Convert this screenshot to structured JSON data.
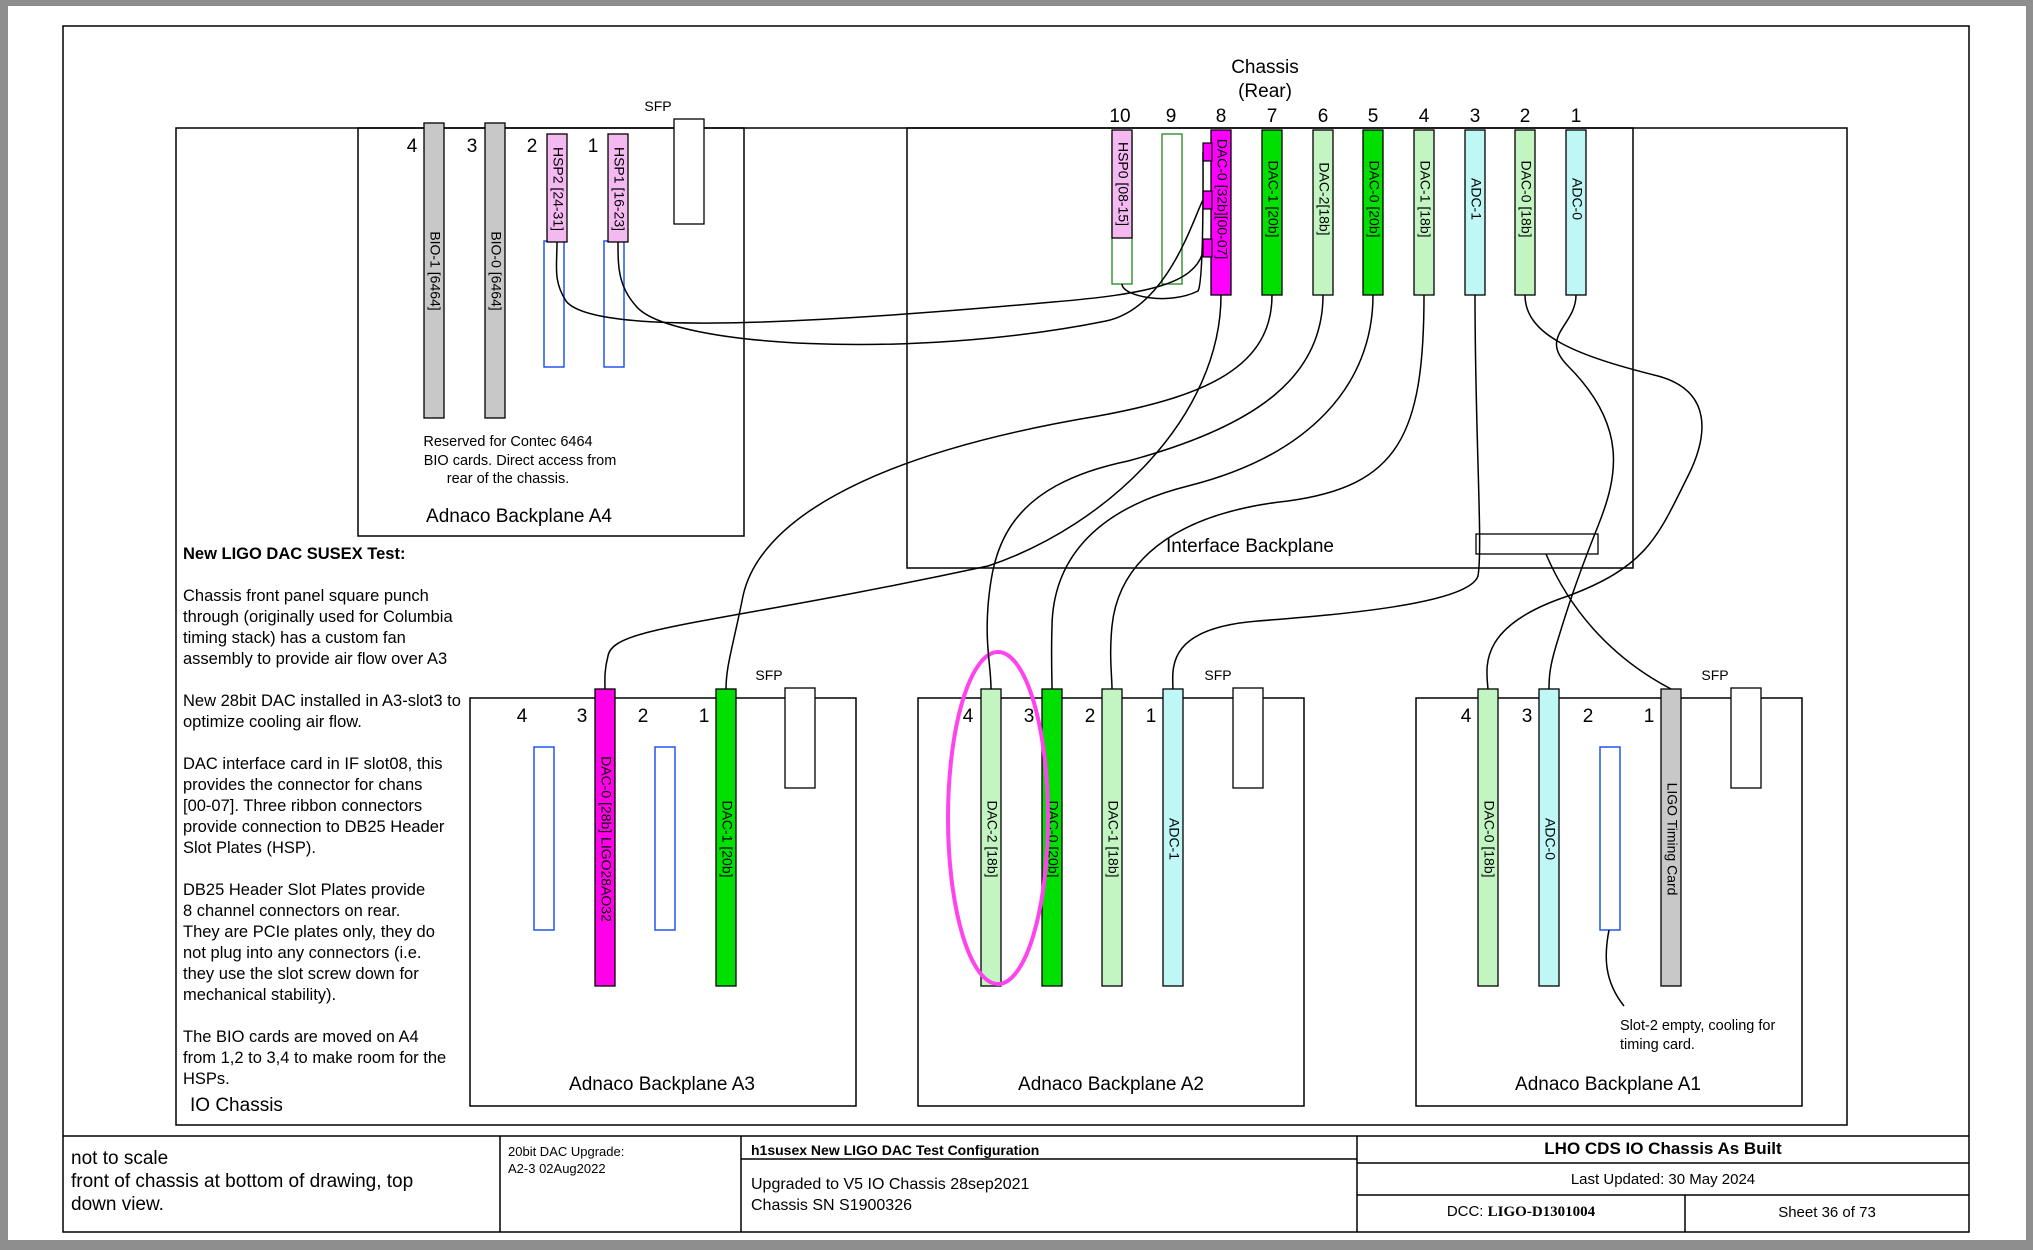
{
  "chassis_title": {
    "line1": "Chassis",
    "line2": "(Rear)"
  },
  "io_chassis_label": "IO Chassis",
  "interface_backplane": {
    "label": "Interface Backplane",
    "slot_numbers": [
      "10",
      "9",
      "8",
      "7",
      "6",
      "5",
      "4",
      "3",
      "2",
      "1"
    ],
    "cards": [
      {
        "slot": "10",
        "label": "HSP0 [08-15]",
        "color": "#f4b9f1"
      },
      {
        "slot": "8",
        "label": "DAC-0 [32b][00-07]",
        "color": "#ff00ff"
      },
      {
        "slot": "7",
        "label": "DAC-1 [20b]",
        "color": "#00e000"
      },
      {
        "slot": "6",
        "label": "DAC-2[18b]",
        "color": "#c2f5c2"
      },
      {
        "slot": "5",
        "label": "DAC-0 [20b]",
        "color": "#00e000"
      },
      {
        "slot": "4",
        "label": "DAC-1 [18b]",
        "color": "#c2f5c2"
      },
      {
        "slot": "3",
        "label": "ADC-1",
        "color": "#bff6f6"
      },
      {
        "slot": "2",
        "label": "DAC-0 [18b]",
        "color": "#c2f5c2"
      },
      {
        "slot": "1",
        "label": "ADC-0",
        "color": "#bff6f6"
      }
    ]
  },
  "backplane_a4": {
    "label": "Adnaco Backplane A4",
    "sfp": "SFP",
    "slot_numbers": [
      "4",
      "3",
      "2",
      "1"
    ],
    "cards": [
      {
        "slot": "4",
        "label": "BIO-1 [6464]",
        "color": "#c8c8c8"
      },
      {
        "slot": "3",
        "label": "BIO-0 [6464]",
        "color": "#c8c8c8"
      },
      {
        "slot": "2",
        "label": "HSP2 [24-31]",
        "color": "#f4b9f1"
      },
      {
        "slot": "1",
        "label": "HSP1 [16-23]",
        "color": "#f4b9f1"
      }
    ],
    "note": [
      "Reserved for Contec 6464",
      "BIO cards. Direct access from",
      "rear of the chassis."
    ]
  },
  "backplane_a3": {
    "label": "Adnaco Backplane A3",
    "sfp": "SFP",
    "slot_numbers": [
      "4",
      "3",
      "2",
      "1"
    ],
    "cards": [
      {
        "slot": "3",
        "label": "DAC-0 [28b] LIGO28AO32",
        "color": "#ff00e8"
      },
      {
        "slot": "1",
        "label": "DAC-1 [20b]",
        "color": "#00e000"
      }
    ]
  },
  "backplane_a2": {
    "label": "Adnaco Backplane A2",
    "sfp": "SFP",
    "slot_numbers": [
      "4",
      "3",
      "2",
      "1"
    ],
    "cards": [
      {
        "slot": "4",
        "label": "DAC-2 [18b]",
        "color": "#c2f5c2"
      },
      {
        "slot": "3",
        "label": "DAC-0 [20b]",
        "color": "#00e000"
      },
      {
        "slot": "2",
        "label": "DAC-1 [18b]",
        "color": "#c2f5c2"
      },
      {
        "slot": "1",
        "label": "ADC-1",
        "color": "#bff6f6"
      }
    ]
  },
  "backplane_a1": {
    "label": "Adnaco Backplane A1",
    "sfp": "SFP",
    "slot_numbers": [
      "4",
      "3",
      "2",
      "1"
    ],
    "cards": [
      {
        "slot": "4",
        "label": "DAC-0 [18b]",
        "color": "#c2f5c2"
      },
      {
        "slot": "3",
        "label": "ADC-0",
        "color": "#bff6f6"
      },
      {
        "slot": "1",
        "label": "LIGO Timing Card",
        "color": "#c8c8c8"
      }
    ],
    "note": [
      "Slot-2 empty, cooling for",
      "timing card."
    ]
  },
  "left_notes": {
    "heading": "New LIGO DAC SUSEX Test:",
    "paragraphs": [
      [
        "Chassis front panel square punch",
        "through (originally used for Columbia",
        "timing stack) has a custom fan",
        "assembly to provide air flow over A3"
      ],
      [
        "New 28bit DAC installed in A3-slot3 to",
        "optimize cooling air flow."
      ],
      [
        "DAC interface card in IF slot08, this",
        "provides the connector for chans",
        "[00-07]. Three ribbon connectors",
        "provide connection to DB25 Header",
        "Slot Plates (HSP)."
      ],
      [
        "DB25 Header Slot Plates provide",
        "8 channel connectors on rear.",
        "They are PCIe plates only, they do",
        "not plug into any connectors (i.e.",
        "they use the slot screw down for",
        "mechanical stability)."
      ],
      [
        "The BIO cards are moved on A4",
        "from 1,2 to 3,4 to make room for the",
        "HSPs."
      ]
    ]
  },
  "title_block": {
    "scale_note": [
      "not to scale",
      "front of chassis at bottom of drawing, top",
      "down view."
    ],
    "upgrade_note": [
      "20bit DAC Upgrade:",
      "A2-3 02Aug2022"
    ],
    "config_title": "h1susex New LIGO DAC Test Configuration",
    "config_lines": [
      "Upgraded to V5 IO Chassis 28sep2021",
      "Chassis SN S1900326"
    ],
    "doc_title": "LHO CDS IO Chassis As Built",
    "last_updated": "Last Updated: 30 May 2024",
    "dcc_label": "DCC:",
    "dcc_number": "LIGO-D1301004",
    "sheet": "Sheet 36 of 73"
  },
  "colors": {
    "highlight_ellipse": "#ff44ee",
    "hsp_color": "#f4b9f1",
    "dac_green": "#00e000",
    "dac_lightgreen": "#c2f5c2",
    "adc_cyan": "#bff6f6",
    "bio_grey": "#c8c8c8",
    "dac28_magenta": "#ff00e8",
    "empty_slot_outline": "#2255ee",
    "hsp_outline": "#1b8a1b"
  }
}
